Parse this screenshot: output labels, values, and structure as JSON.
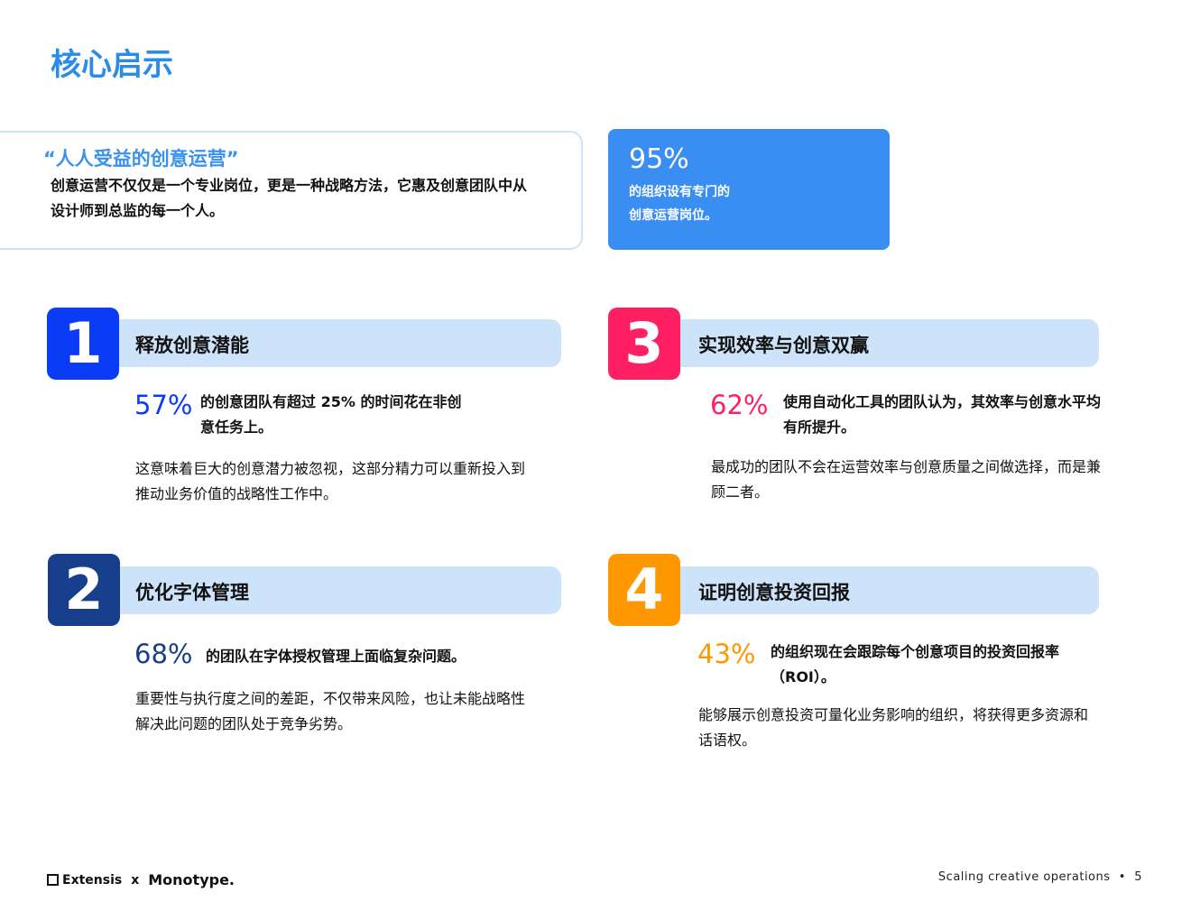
{
  "title": "核心启示",
  "quote": {
    "title": "“人人受益的创意运营”",
    "body": "创意运营不仅仅是一个专业岗位，更是一种战略方法，它惠及创意团队中从设计师到总监的每一个人。"
  },
  "stat_card": {
    "value": "95%",
    "line1": "的组织设有专门的",
    "line2": "创意运营岗位。"
  },
  "sections": [
    {
      "number": "1",
      "color": "#0a3cf5",
      "title": "释放创意潜能",
      "pct": "57%",
      "stat": "的创意团队有超过 25% 的时间花在非创意任务上。",
      "body": "这意味着巨大的创意潜力被忽视，这部分精力可以重新投入到推动业务价值的战略性工作中。"
    },
    {
      "number": "2",
      "color": "#173f8c",
      "title": "优化字体管理",
      "pct": "68%",
      "stat": "的团队在字体授权管理上面临复杂问题。",
      "body": "重要性与执行度之间的差距，不仅带来风险，也让未能战略性解决此问题的团队处于竞争劣势。"
    },
    {
      "number": "3",
      "color": "#ff1f63",
      "title": "实现效率与创意双赢",
      "pct": "62%",
      "stat": "使用自动化工具的团队认为，其效率与创意水平均有所提升。",
      "body": "最成功的团队不会在运营效率与创意质量之间做选择，而是兼顾二者。"
    },
    {
      "number": "4",
      "color": "#ff9800",
      "title": "证明创意投资回报",
      "pct": "43%",
      "stat": "的组织现在会跟踪每个创意项目的投资回报率（ROI）。",
      "body": "能够展示创意投资可量化业务影响的组织，将获得更多资源和话语权。"
    }
  ],
  "footer": {
    "brand1": "Extensis",
    "x": "x",
    "brand2": "Monotype.",
    "right": "Scaling creative operations  •  5"
  }
}
